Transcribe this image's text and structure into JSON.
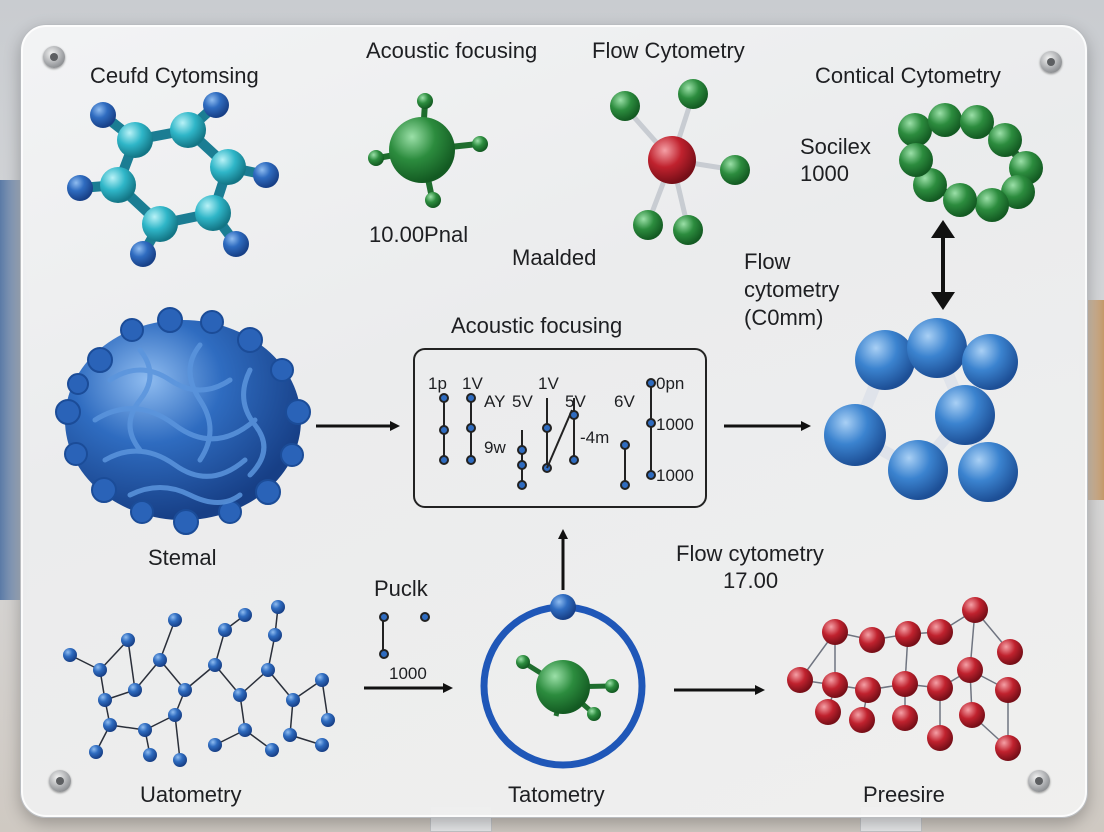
{
  "labels": {
    "top_left": "Ceufd Cytomsing",
    "top_center_1": "Acoustic focusing",
    "top_center_2": "Flow Cytometry",
    "top_right": "Contical Cytometry",
    "value_left": "10.00Pnal",
    "center_mid": "Maalded",
    "right_side_1": "Socilex",
    "right_side_2": "1000",
    "flow_cytometry_line1": "Flow",
    "flow_cytometry_line2": "cytometry",
    "flow_cytometry_line3": "(C0mm)",
    "box_title": "Acoustic focusing",
    "middle_left": "Stemal",
    "puclk": "Puclk",
    "puclk_value": "1000",
    "flow_lower_line1": "Flow cytometry",
    "flow_lower_line2": "17.00",
    "bottom_left": "Uatometry",
    "bottom_center": "Tatometry",
    "bottom_right": "Preesire"
  },
  "box_labels": [
    "1p",
    "1V",
    "AY",
    "5V",
    "1V",
    "5V",
    "6V",
    "0pn",
    "9w",
    "-4m",
    "1000",
    "1000"
  ],
  "colors": {
    "blue": "#2f6cc0",
    "teal": "#2fb6c8",
    "green": "#2c8c3e",
    "red": "#c0222e"
  }
}
